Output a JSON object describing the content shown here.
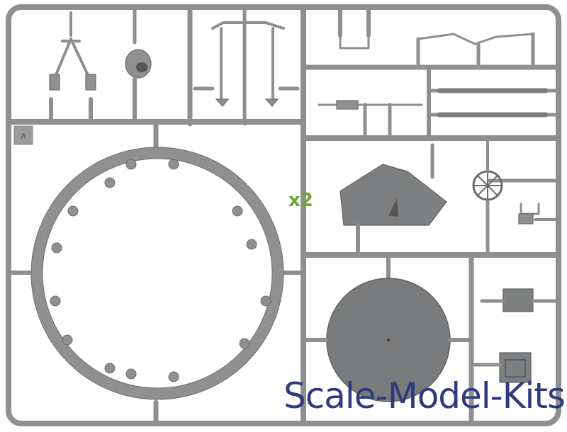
{
  "image": {
    "subject": "plastic model kit sprue",
    "colors": {
      "plastic": "#8e9091",
      "badge": "#6ea52c",
      "watermark": "#2f3b7c",
      "background": "#ffffff"
    }
  },
  "sprue": {
    "frame_letter": "A",
    "quantity_badge": "x2"
  },
  "watermark": {
    "text": "Scale-Model-Kits"
  }
}
